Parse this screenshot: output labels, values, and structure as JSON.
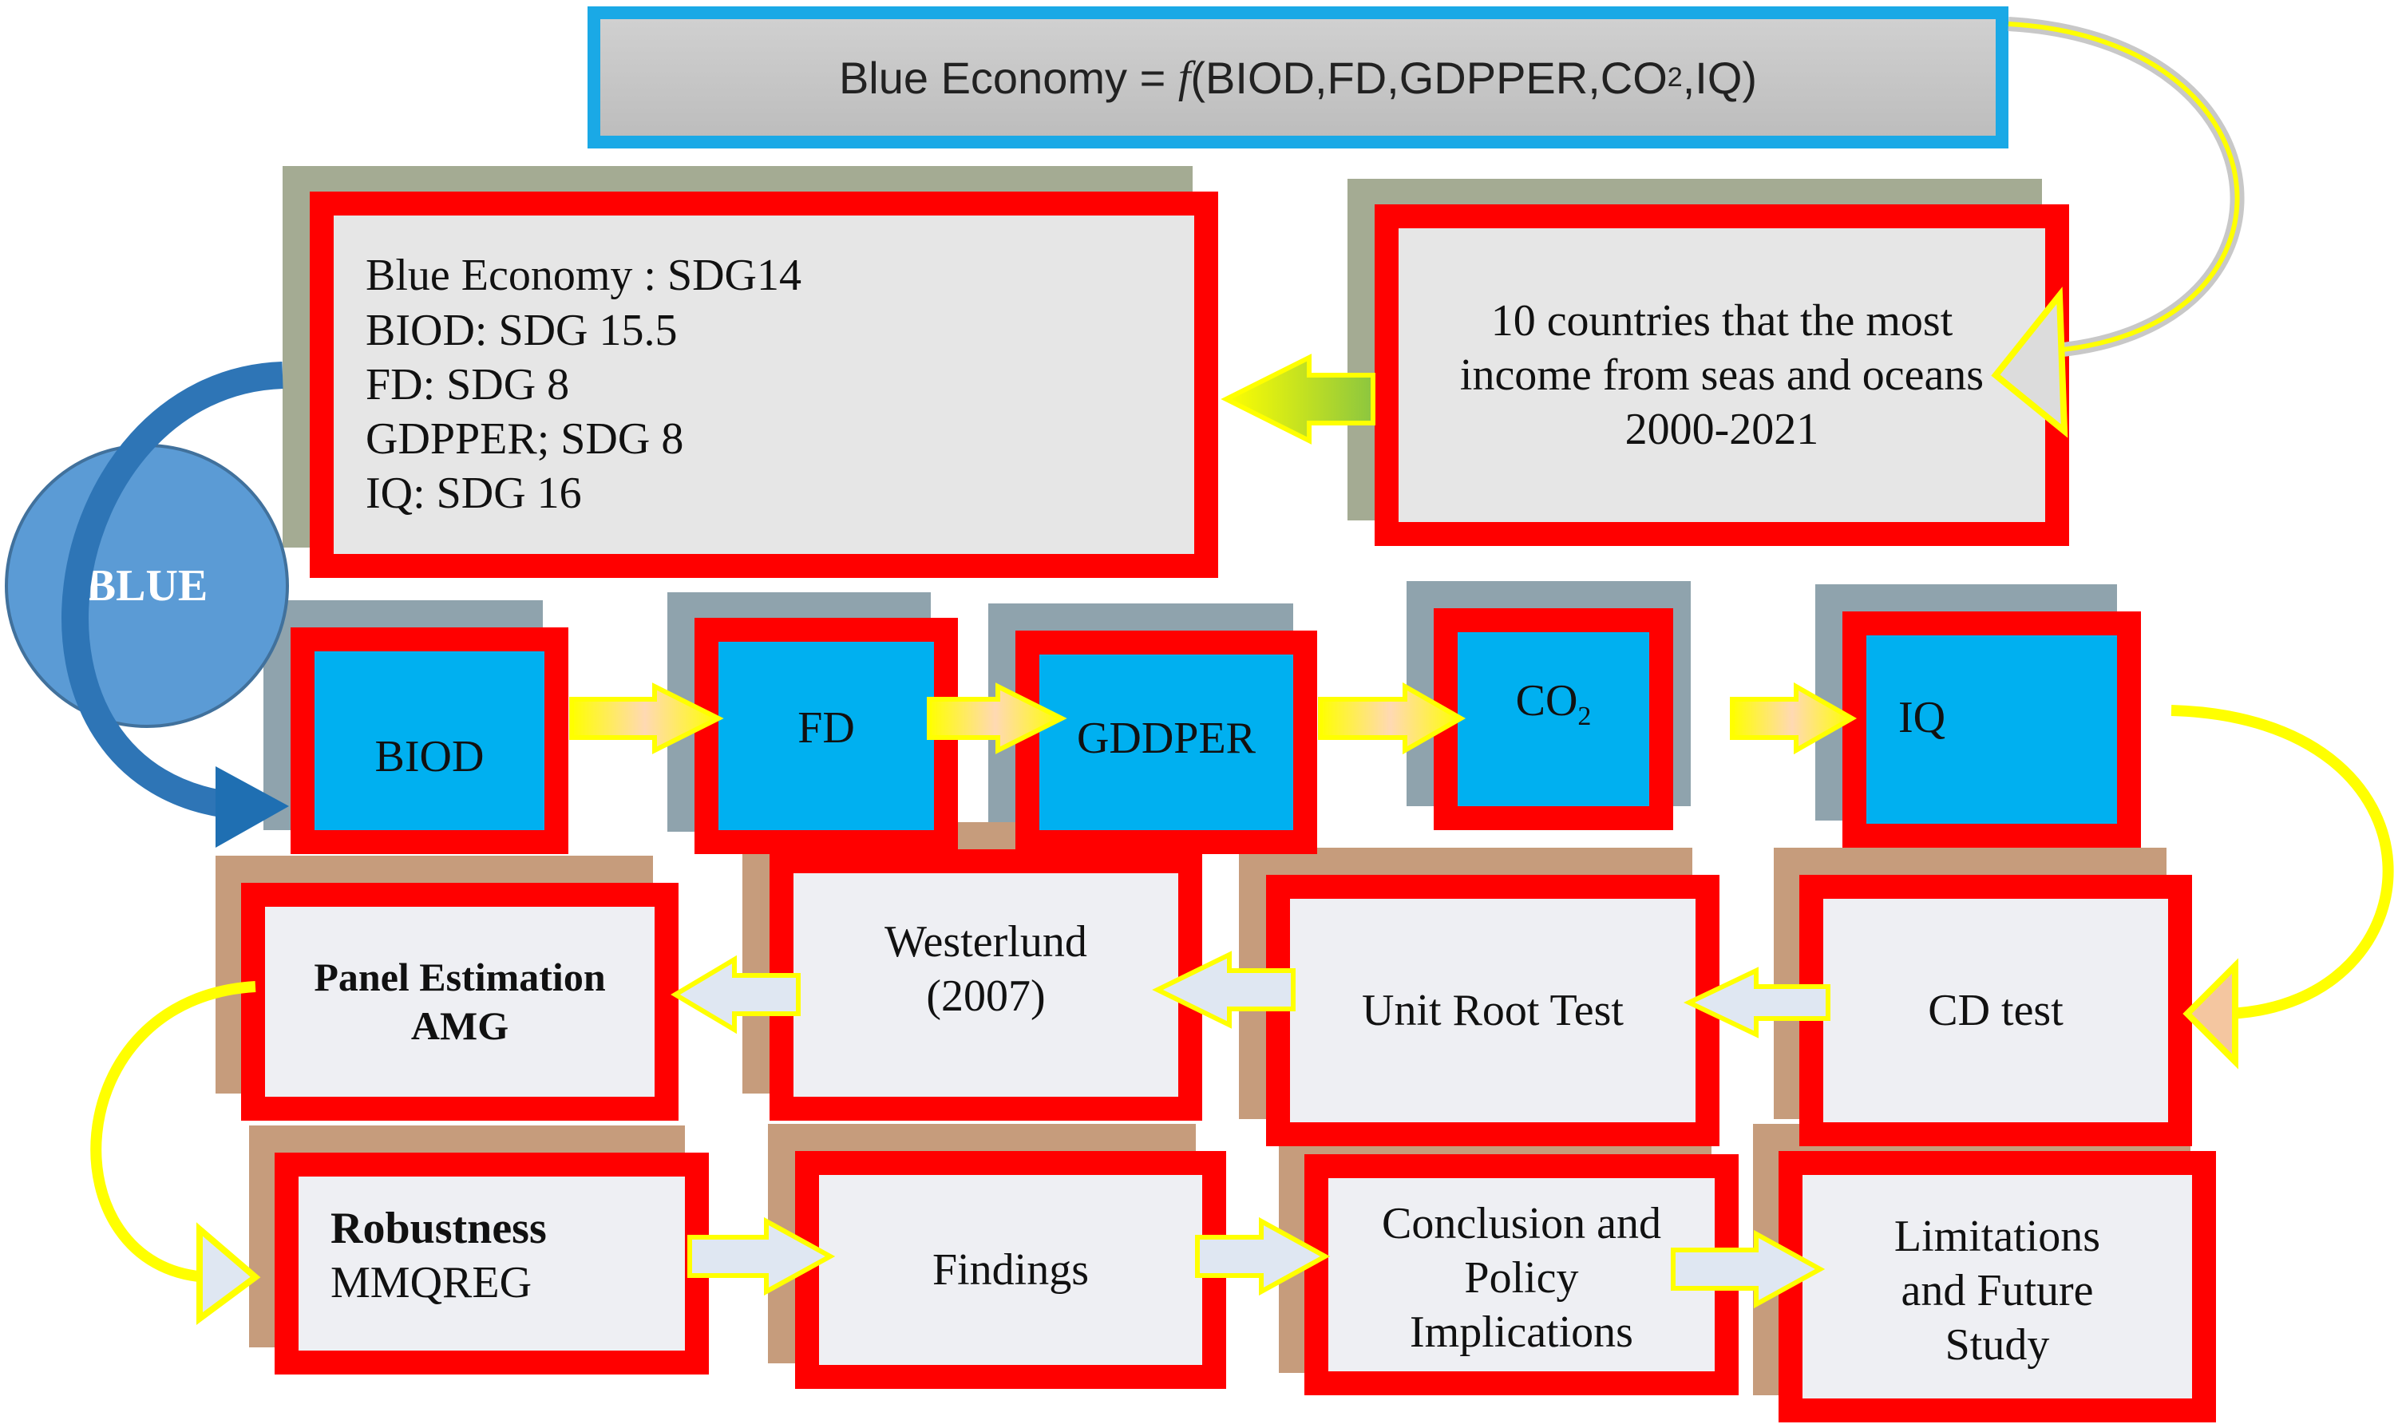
{
  "formula": {
    "lhs": "Blue Economy",
    "op": " = ",
    "fn": "f",
    "args_before_sub": "(BIOD,FD,GDPPER,CO",
    "sub": "2",
    "args_after_sub": ",IQ)"
  },
  "sdg_box": {
    "lines": [
      "Blue Economy : SDG14",
      "BIOD: SDG 15.5",
      "FD: SDG 8",
      "GDPPER; SDG 8",
      "IQ: SDG 16"
    ]
  },
  "countries_box": {
    "lines": [
      "10 countries that  the most",
      "income from seas and oceans",
      "2000-2021"
    ]
  },
  "circle_label": "BLUE",
  "variables": {
    "biod": "BIOD",
    "fd": "FD",
    "gddper": "GDDPER",
    "co2_main": "CO",
    "co2_sub": "2",
    "iq": "IQ"
  },
  "methods": {
    "panel_line1": "Panel Estimation",
    "panel_line2": "AMG",
    "westerlund_line1": "Westerlund",
    "westerlund_line2": "(2007)",
    "unit_root": "Unit Root Test",
    "cd_test": "CD test"
  },
  "results": {
    "robustness_line1": "Robustness",
    "robustness_line2": "MMQREG",
    "findings": "Findings",
    "conclusion_line1": "Conclusion and",
    "conclusion_line2": "Policy",
    "conclusion_line3": "Implications",
    "limitations_line1": "Limitations",
    "limitations_line2": "and Future",
    "limitations_line3": "Study"
  },
  "colors": {
    "box_border": "#ff0000",
    "variable_fill": "#00b0f0",
    "arrow_yellow": "#ffff00",
    "circle_blue": "#5b9bd5",
    "shadow_grey_green": "#a4ab93",
    "shadow_blue_grey": "#8fa3ad",
    "shadow_tan": "#c69c7c"
  }
}
